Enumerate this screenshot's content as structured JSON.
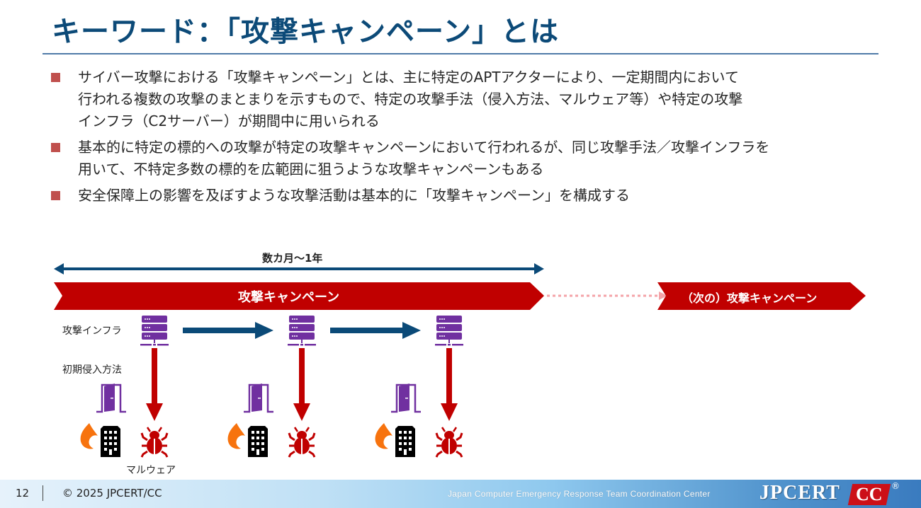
{
  "slide": {
    "title": "キーワード：「攻撃キャンペーン」とは",
    "bullets": [
      {
        "lines": [
          "サイバー攻撃における「攻撃キャンペーン」とは、主に特定のAPTアクターにより、一定期間内において",
          "行われる複数の攻撃のまとまりを示すもので、特定の攻撃手法（侵入方法、マルウェア等）や特定の攻撃",
          "インフラ（C2サーバー）が期間中に用いられる"
        ]
      },
      {
        "lines": [
          "基本的に特定の標的への攻撃が特定の攻撃キャンペーンにおいて行われるが、同じ攻撃手法／攻撃インフラを",
          "用いて、不特定多数の標的を広範囲に狙うような攻撃キャンペーンもある"
        ]
      },
      {
        "lines": [
          "安全保障上の影響を及ぼすような攻撃活動は基本的に「攻撃キャンペーン」を構成する"
        ]
      }
    ]
  },
  "diagram": {
    "period_label": "数カ月〜1年",
    "campaign_label": "攻撃キャンペーン",
    "next_campaign_label": "（次の）攻撃キャンペーン",
    "row_labels": {
      "infrastructure": "攻撃インフラ",
      "initial_access": "初期侵入方法",
      "malware": "マルウェア"
    },
    "stages": [
      {
        "server_icon": "server-icon",
        "door_icon": "door-icon",
        "building_icon": "building-icon",
        "fire_icon": "fire-icon",
        "malware_icon": "bug-icon"
      },
      {
        "server_icon": "server-icon",
        "door_icon": "door-icon",
        "building_icon": "building-icon",
        "fire_icon": "fire-icon",
        "malware_icon": "bug-icon"
      },
      {
        "server_icon": "server-icon",
        "door_icon": "door-icon",
        "building_icon": "building-icon",
        "fire_icon": "fire-icon",
        "malware_icon": "bug-icon"
      }
    ],
    "colors": {
      "campaign_red": "#c00000",
      "arrow_navy": "#0b4a78",
      "icon_purple": "#7030a0",
      "dotted_pink": "#f4a3a8",
      "fire_orange": "#f7730e"
    }
  },
  "footer": {
    "page_number": "12",
    "copyright": "© 2025 JPCERT/CC",
    "organization": "Japan Computer Emergency Response Team  Coordination Center",
    "logo_main": "JPCERT",
    "logo_cc": "CC",
    "logo_reg": "®"
  },
  "colors": {
    "title": "#0c4a78",
    "bullet_mark": "#c0504d",
    "rule": "#4f7aa8"
  }
}
